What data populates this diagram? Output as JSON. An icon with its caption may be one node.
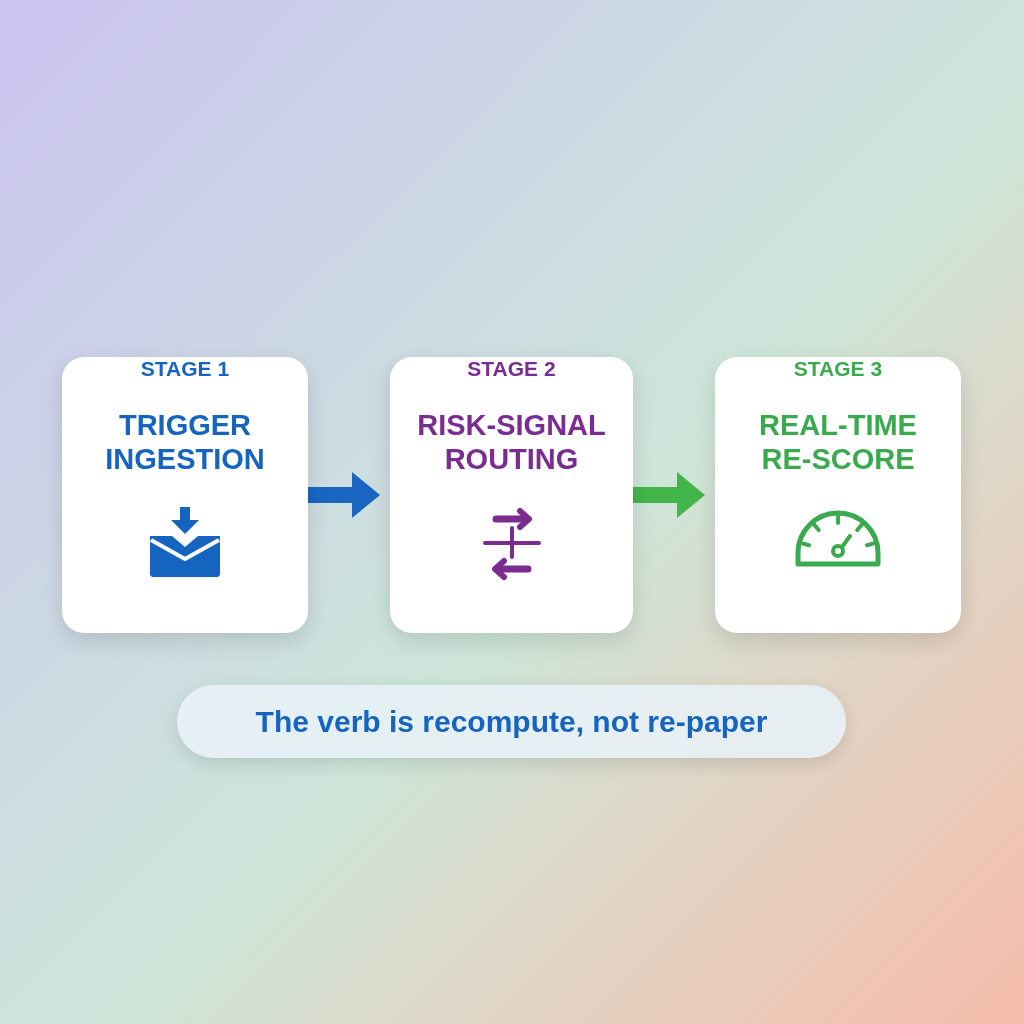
{
  "diagram": {
    "nodes": [
      {
        "text": [
          "STAGE 1",
          "TRIGGER INGESTION"
        ]
      },
      {
        "text": [
          "STAGE 2",
          "RISK-SIGNAL ROUTING"
        ]
      },
      {
        "text": [
          "STAGE 3",
          "REAL-TIME RE-SCORE"
        ]
      },
      {
        "text": [
          "The verb is recompute, not re-paper"
        ]
      }
    ],
    "edges": [
      {
        "from": 0,
        "to": 1,
        "arrow": "to",
        "color": "#1a66c2"
      },
      {
        "from": 1,
        "to": 2,
        "arrow": "to",
        "color": "#43b649"
      }
    ]
  }
}
